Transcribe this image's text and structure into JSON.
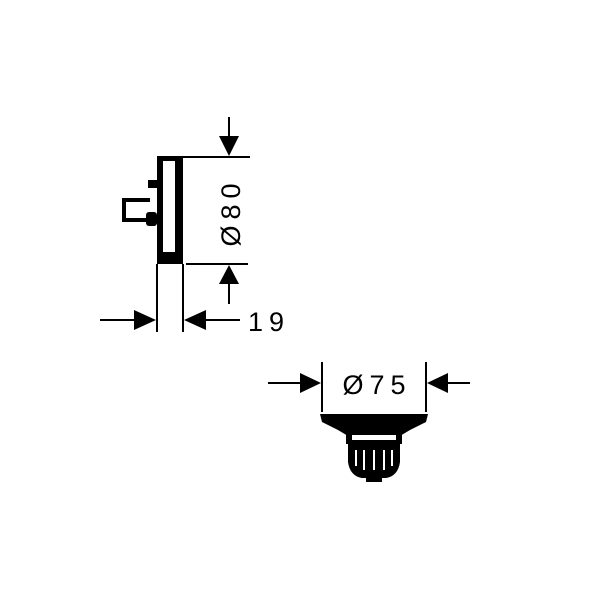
{
  "drawing": {
    "side_view": {
      "diameter_label": "Ø80",
      "depth_label": "19"
    },
    "bottom_view": {
      "diameter_label": "Ø75"
    }
  },
  "colors": {
    "line": "#000000",
    "background": "#ffffff"
  }
}
